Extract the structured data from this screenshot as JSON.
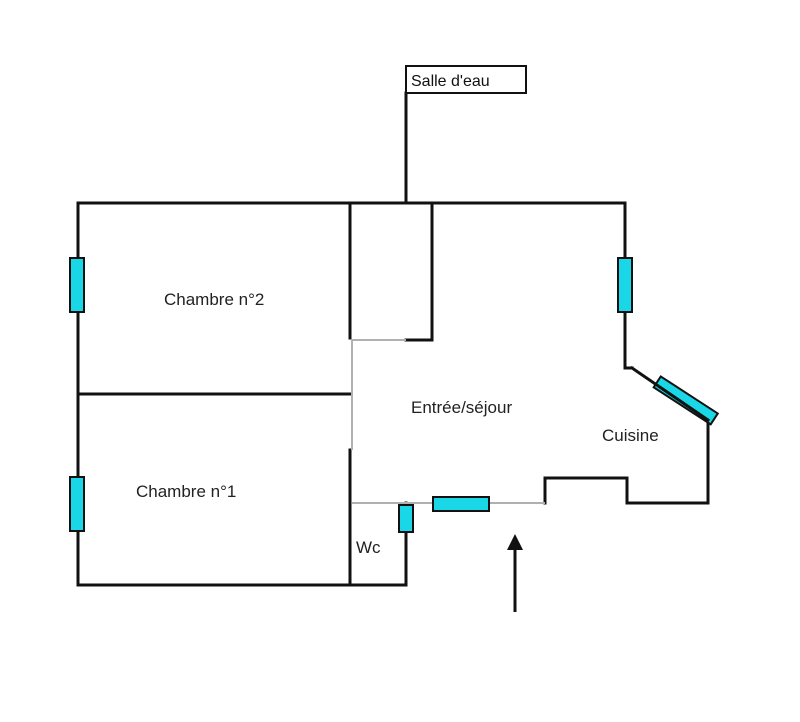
{
  "rooms": {
    "chambre_2": "Chambre n°2",
    "chambre_1": "Chambre n°1",
    "entree_sejour": "Entrée/séjour",
    "cuisine": "Cuisine",
    "wc": "Wc"
  },
  "callout": {
    "salle_deau": "Salle d'eau"
  },
  "colors": {
    "wall": "#111111",
    "window": "#19d7e6",
    "partition": "#b0b0b0"
  }
}
